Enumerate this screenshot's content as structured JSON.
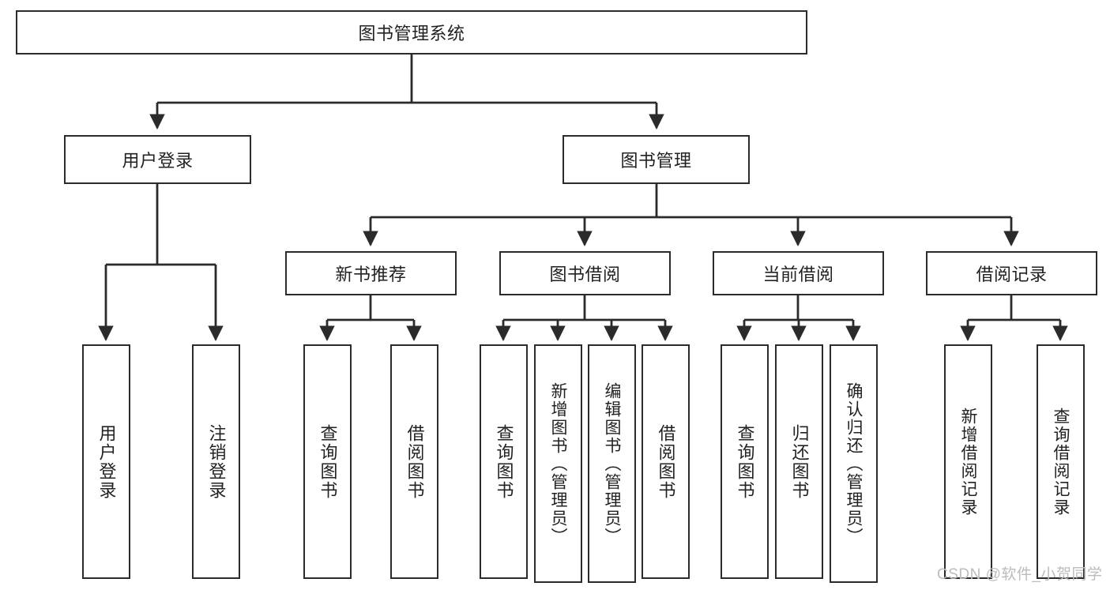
{
  "diagram": {
    "title": "图书管理系统",
    "type": "tree-hierarchy",
    "root": {
      "label": "图书管理系统"
    },
    "level1": [
      {
        "label": "用户登录"
      },
      {
        "label": "图书管理"
      }
    ],
    "level2": [
      {
        "label": "新书推荐"
      },
      {
        "label": "图书借阅"
      },
      {
        "label": "当前借阅"
      },
      {
        "label": "借阅记录"
      }
    ],
    "leaves": {
      "user_login": [
        {
          "label": "用户登录"
        },
        {
          "label": "注销登录"
        }
      ],
      "new_book_recommend": [
        {
          "label": "查询图书"
        },
        {
          "label": "借阅图书"
        }
      ],
      "book_borrow": [
        {
          "label": "查询图书"
        },
        {
          "label": "新增图书（管理员）"
        },
        {
          "label": "编辑图书（管理员）"
        },
        {
          "label": "借阅图书"
        }
      ],
      "current_borrow": [
        {
          "label": "查询图书"
        },
        {
          "label": "归还图书"
        },
        {
          "label": "确认归还（管理员）"
        }
      ],
      "borrow_record": [
        {
          "label": "新增借阅记录"
        },
        {
          "label": "查询借阅记录"
        }
      ]
    }
  },
  "watermark": {
    "text": "CSDN @软件_小贺同学"
  },
  "colors": {
    "stroke": "#2b2b2b",
    "fill": "#ffffff",
    "text": "#222222",
    "watermark": "#bcbcbc"
  }
}
